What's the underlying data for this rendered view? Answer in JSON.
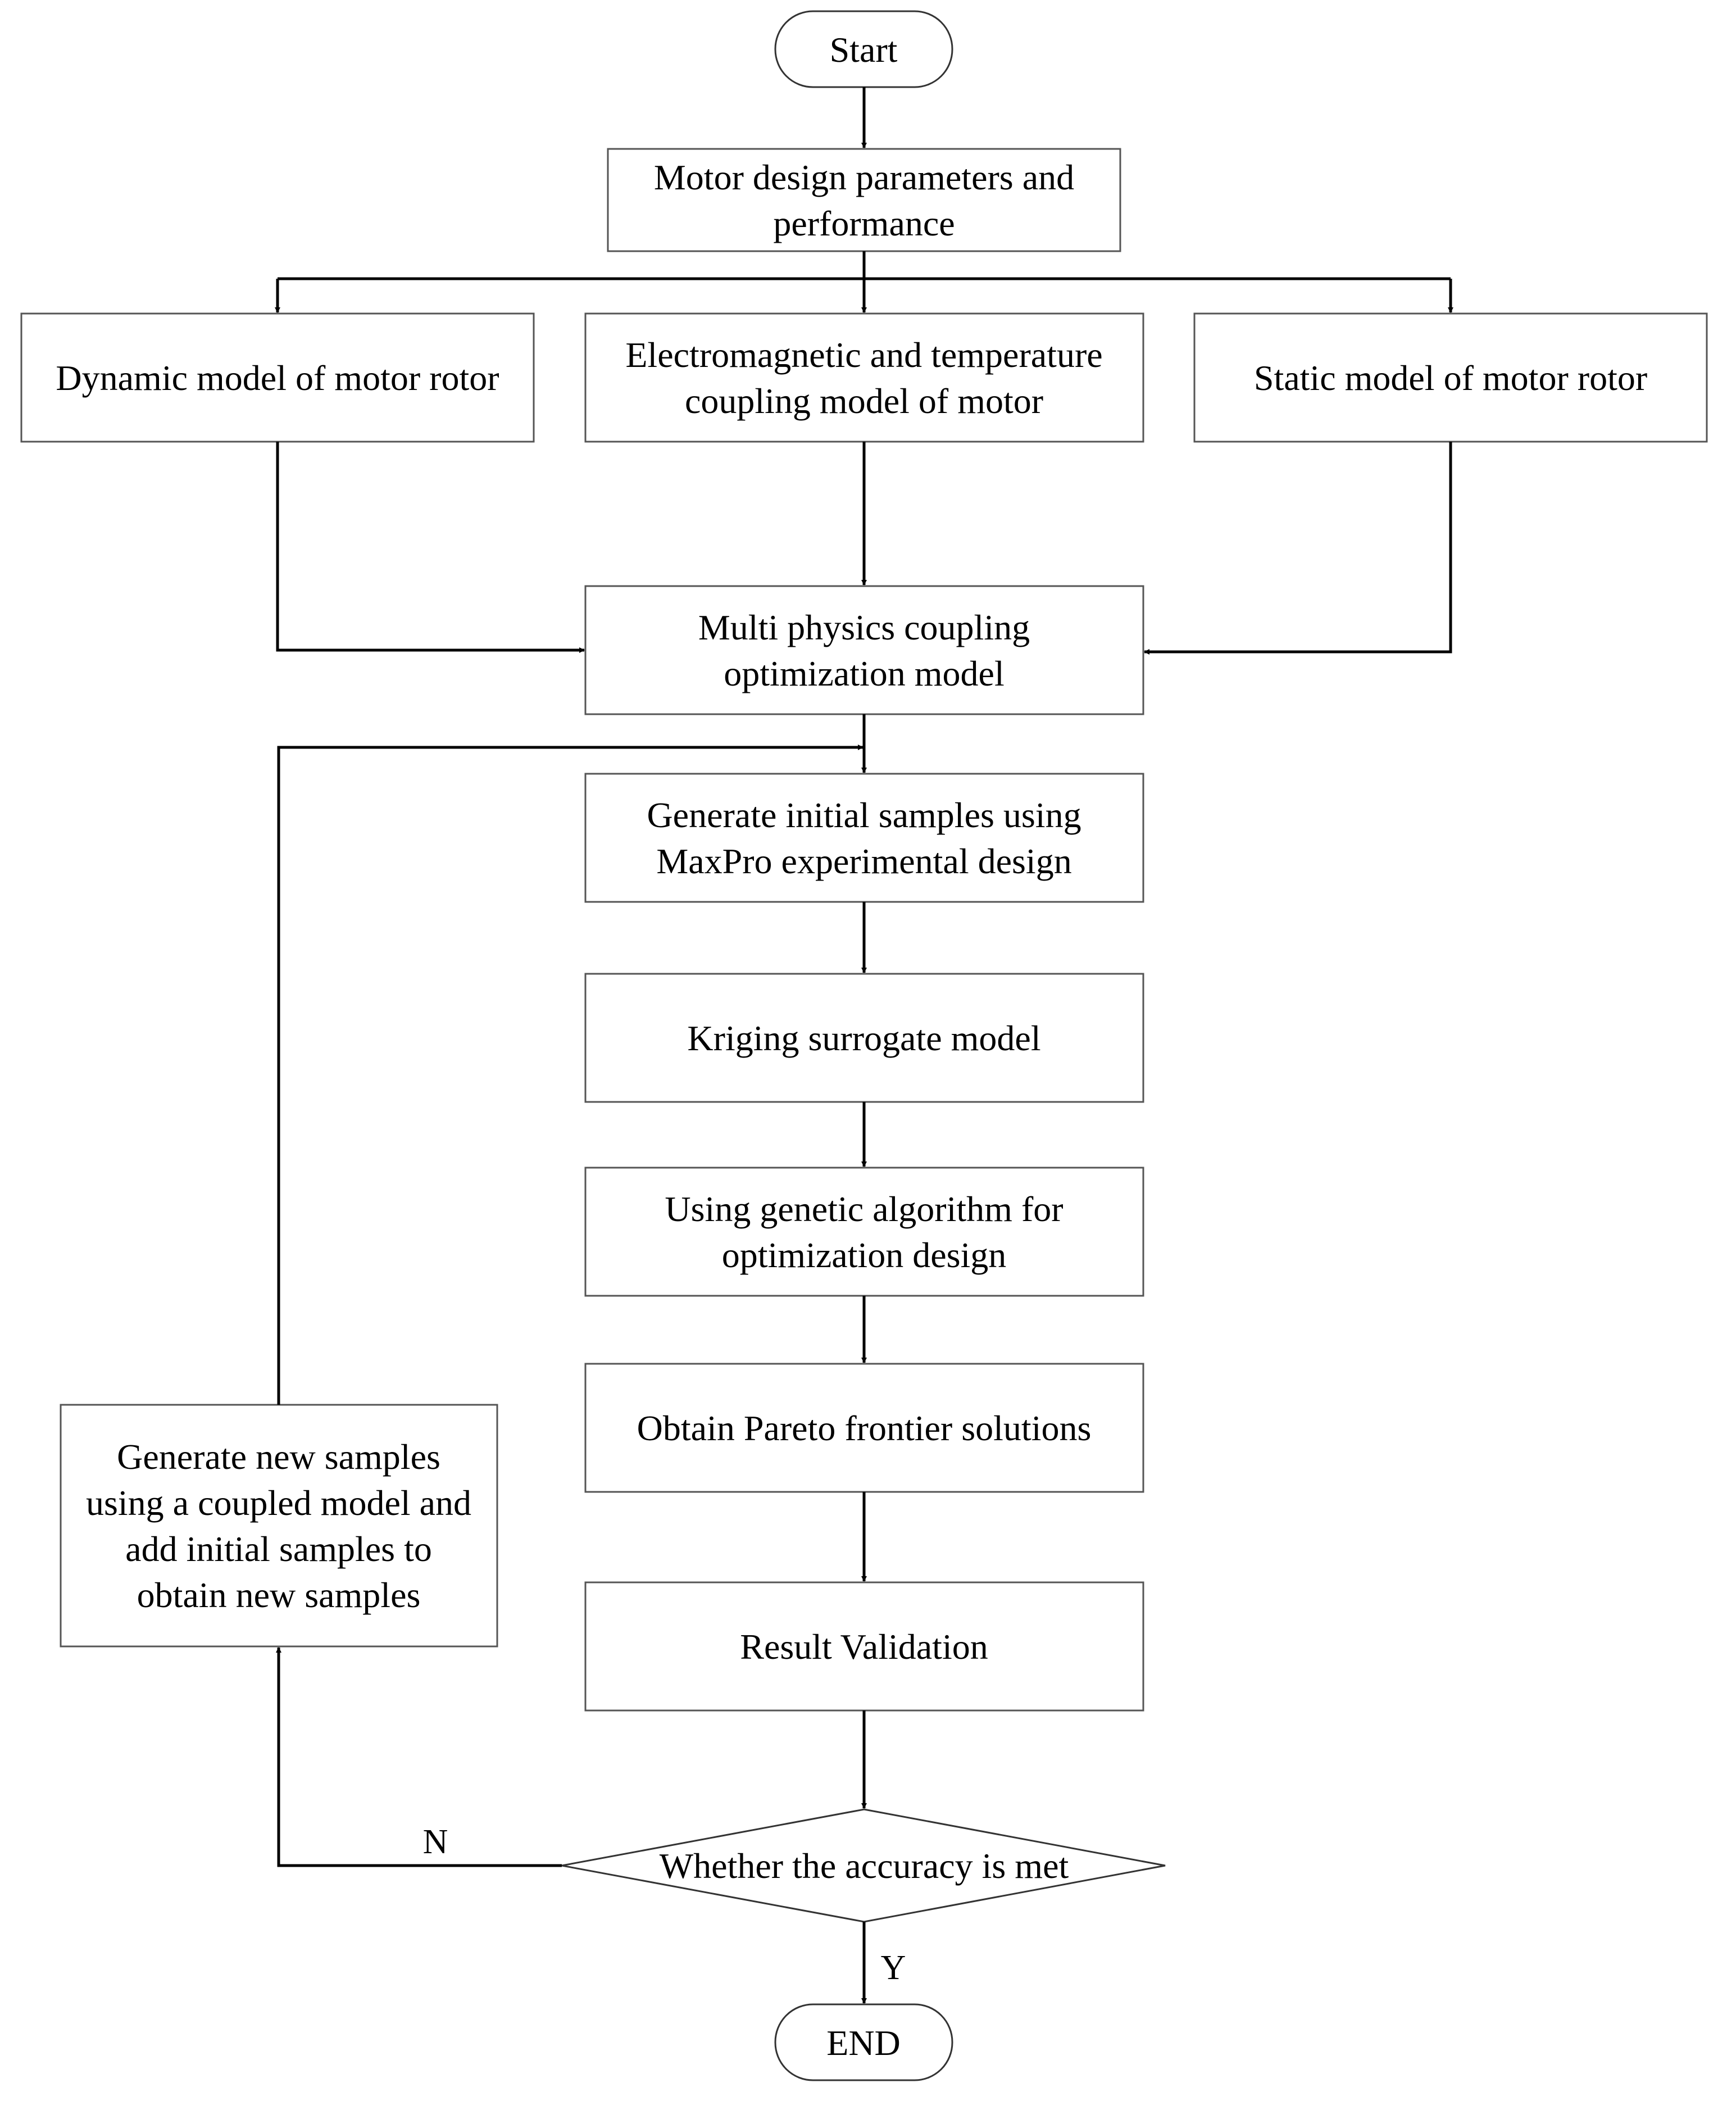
{
  "nodes": {
    "start": {
      "lines": [
        "Start"
      ]
    },
    "params": {
      "lines": [
        "Motor design parameters and",
        "performance"
      ]
    },
    "dynamic": {
      "lines": [
        "Dynamic model of motor rotor"
      ]
    },
    "em_temp": {
      "lines": [
        "Electromagnetic and temperature",
        "coupling model of motor"
      ]
    },
    "static": {
      "lines": [
        "Static model of motor rotor"
      ]
    },
    "multi": {
      "lines": [
        "Multi physics coupling",
        "optimization model"
      ]
    },
    "initial": {
      "lines": [
        "Generate initial samples using",
        "MaxPro experimental design"
      ]
    },
    "kriging": {
      "lines": [
        "Kriging surrogate model"
      ]
    },
    "genetic": {
      "lines": [
        "Using genetic algorithm for",
        "optimization design"
      ]
    },
    "pareto": {
      "lines": [
        "Obtain Pareto frontier solutions"
      ]
    },
    "validation": {
      "lines": [
        "Result Validation"
      ]
    },
    "decision": {
      "lines": [
        "Whether the accuracy is met"
      ]
    },
    "new_samples": {
      "lines": [
        "Generate new samples",
        "using a coupled model and",
        "add initial samples to",
        "obtain new samples"
      ]
    },
    "end": {
      "lines": [
        "END"
      ]
    }
  },
  "edges": {
    "no_label": "N",
    "yes_label": "Y"
  },
  "colors": {
    "stroke": "#000000",
    "box_border": "#555555",
    "background": "#ffffff"
  }
}
